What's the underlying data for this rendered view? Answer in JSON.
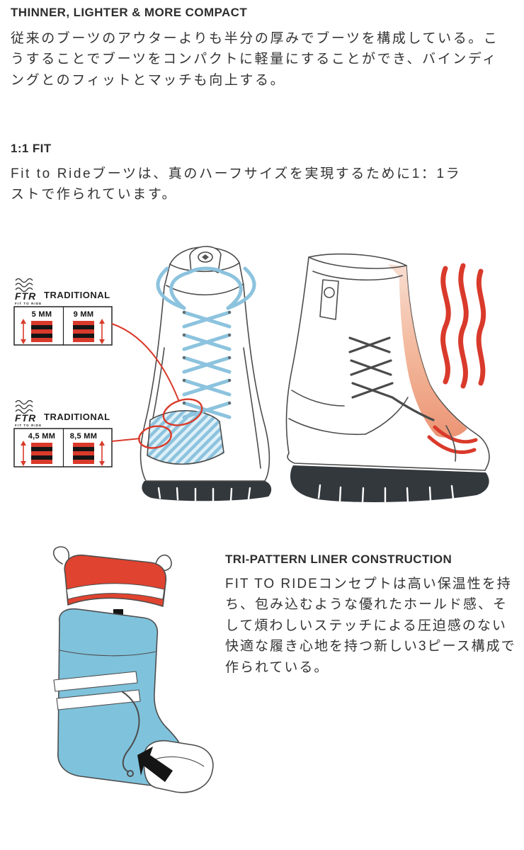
{
  "sections": {
    "compact": {
      "heading": "THINNER, LIGHTER & MORE COMPACT",
      "body": "従来のブーツのアウターよりも半分の厚みでブーツを構成している。こうすることでブーツをコンパクトに軽量にすることができ、バインディングとのフィットとマッチも向上する。"
    },
    "one_to_one_fit": {
      "heading": "1:1 FIT",
      "body": "Fit to Rideブーツは、真のハーフサイズを実現するために1：1ラストで作られています。"
    },
    "liner": {
      "heading": "TRI-PATTERN LINER CONSTRUCTION",
      "body": "FIT TO RIDEコンセプトは高い保温性を持ち、包み込むような優れたホールド感、そして煩わしいステッチによる圧迫感のない快適な履き心地を持つ新しい3ピース構成で作られている。"
    }
  },
  "diagram": {
    "callouts": [
      {
        "brand": "FTR",
        "brand_sub": "FIT TO RIDE",
        "label": "TRADITIONAL",
        "left_value": "5 MM",
        "right_value": "9 MM"
      },
      {
        "brand": "FTR",
        "brand_sub": "FIT TO RIDE",
        "label": "TRADITIONAL",
        "left_value": "4,5 MM",
        "right_value": "8,5 MM"
      }
    ],
    "illustrations": [
      "front-boot-cutaway",
      "side-boot-flex",
      "tri-pattern-liner"
    ]
  },
  "colors": {
    "accent_red": "#D93A2B",
    "cuff_red": "#E0432F",
    "lace_blue": "#8CC3DE",
    "liner_blue": "#7FC2DC",
    "text": "#333333"
  }
}
